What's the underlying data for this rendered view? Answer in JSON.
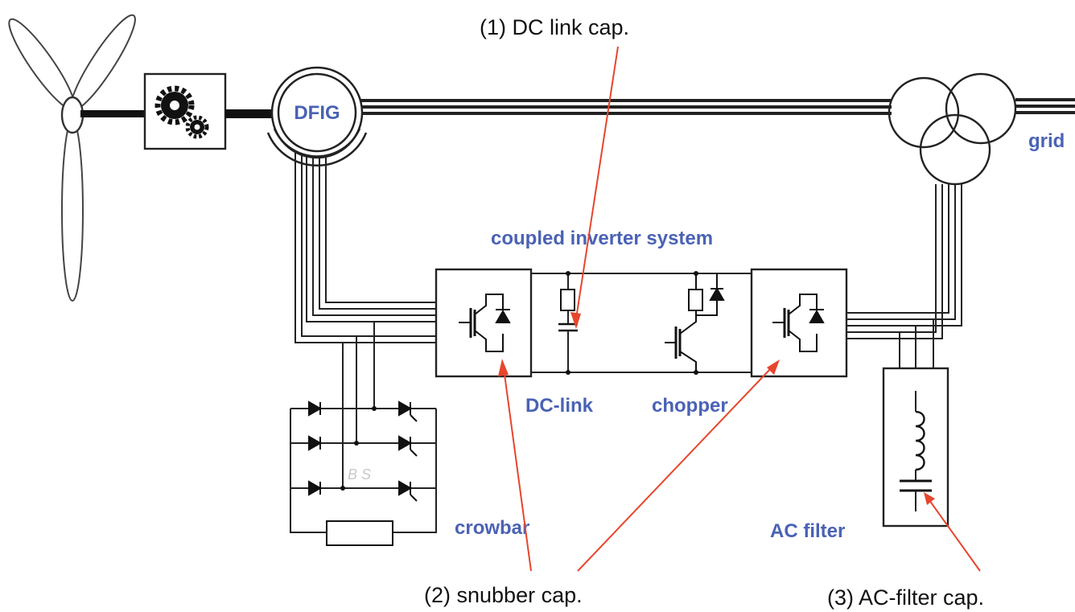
{
  "labels": {
    "dfig": "DFIG",
    "grid": "grid",
    "coupled_inverter": "coupled inverter system",
    "dc_link": "DC-link",
    "chopper": "chopper",
    "crowbar": "crowbar",
    "ac_filter": "AC filter",
    "crowbar_mark": "B S"
  },
  "callouts": {
    "dc_link_cap": "(1) DC link cap.",
    "snubber_cap": "(2) snubber cap.",
    "ac_filter_cap": "(3) AC-filter cap."
  },
  "icons": {
    "turbine": "wind-turbine-icon",
    "gearbox": "gears-icon",
    "transformer": "three-winding-transformer-icon"
  },
  "colors": {
    "label_blue": "#4a62b5",
    "arrow_red": "#e8452c",
    "line": "#222222"
  }
}
